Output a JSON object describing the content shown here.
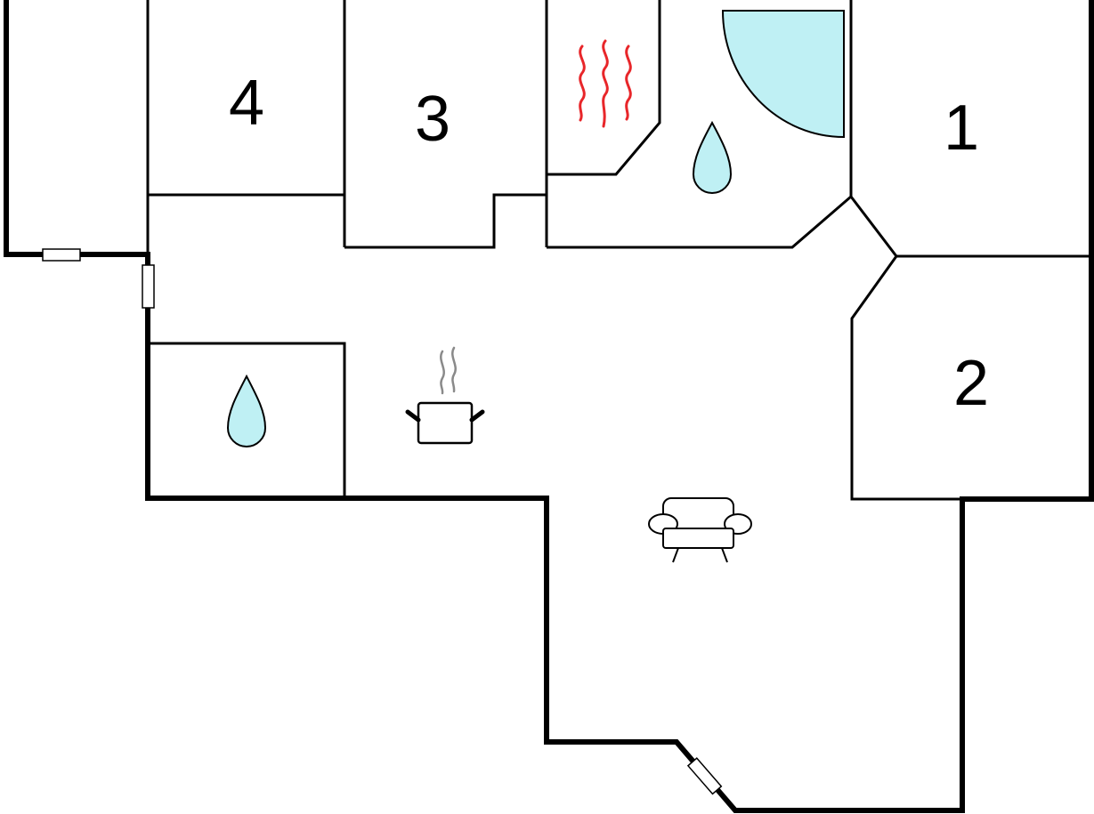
{
  "floorplan": {
    "rooms": [
      {
        "key": "bedroom_1",
        "label": "1"
      },
      {
        "key": "bedroom_2",
        "label": "2"
      },
      {
        "key": "bedroom_3",
        "label": "3"
      },
      {
        "key": "bedroom_4",
        "label": "4"
      }
    ],
    "icons": [
      {
        "name": "sauna-heat-icon",
        "room": "sauna"
      },
      {
        "name": "shower-cabin-icon",
        "room": "bathroom-upper"
      },
      {
        "name": "water-drop-icon",
        "room": "bathroom-upper"
      },
      {
        "name": "water-drop-icon",
        "room": "bathroom-lower"
      },
      {
        "name": "cooking-pot-icon",
        "room": "kitchen"
      },
      {
        "name": "armchair-icon",
        "room": "living-room"
      }
    ],
    "colors": {
      "wall": "#000000",
      "water": "#bff0f4",
      "heat": "#e8262a",
      "steam": "#8a8a8a",
      "background": "#ffffff"
    }
  }
}
